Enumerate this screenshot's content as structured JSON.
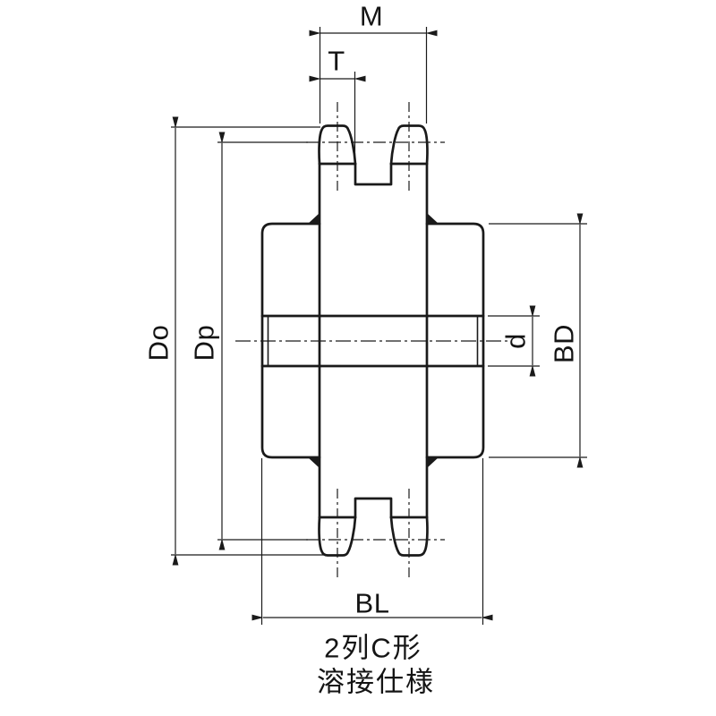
{
  "drawing": {
    "title": "double-row sprocket section drawing",
    "dimensions": {
      "m": "M",
      "t": "T",
      "outer_diameter": "Do",
      "pitch_diameter": "Dp",
      "bore_diameter": "d",
      "boss_diameter": "BD",
      "boss_length": "BL"
    },
    "caption": {
      "line1": "2列C形",
      "line2": "溶接仕様"
    },
    "colors": {
      "line": "#1a1a1a",
      "background": "#ffffff"
    }
  }
}
